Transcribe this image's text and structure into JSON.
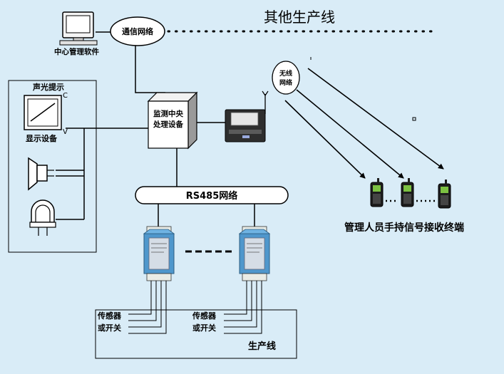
{
  "labels": {
    "other_lines": "其他生产线",
    "network": "通信网络",
    "central_software": "中心管理软件",
    "sound_light": "声光提示",
    "display_device": "显示设备",
    "display_c": "C",
    "display_v": "V",
    "center_line1": "监测中央",
    "center_line2": "处理设备",
    "wireless_line1": "无线",
    "wireless_line2": "网络",
    "rs485": "RS485网络",
    "handheld": "管理人员手持信号接收终端",
    "sensor_a": "传感器",
    "switch_a": "或开关",
    "sensor_b": "传感器",
    "switch_b": "或开关",
    "production_line": "生产线"
  },
  "colors": {
    "background": "#d9ecf7",
    "line": "#000000",
    "module_body": "#4f97cc",
    "module_face": "#d5dde6",
    "terminal": "#e9ece6"
  },
  "icons": [
    "computer-icon",
    "lcd-display-icon",
    "speaker-icon",
    "alarm-lamp-icon",
    "io-module-icon",
    "wireless-modem-icon",
    "mobile-phone-icon"
  ]
}
